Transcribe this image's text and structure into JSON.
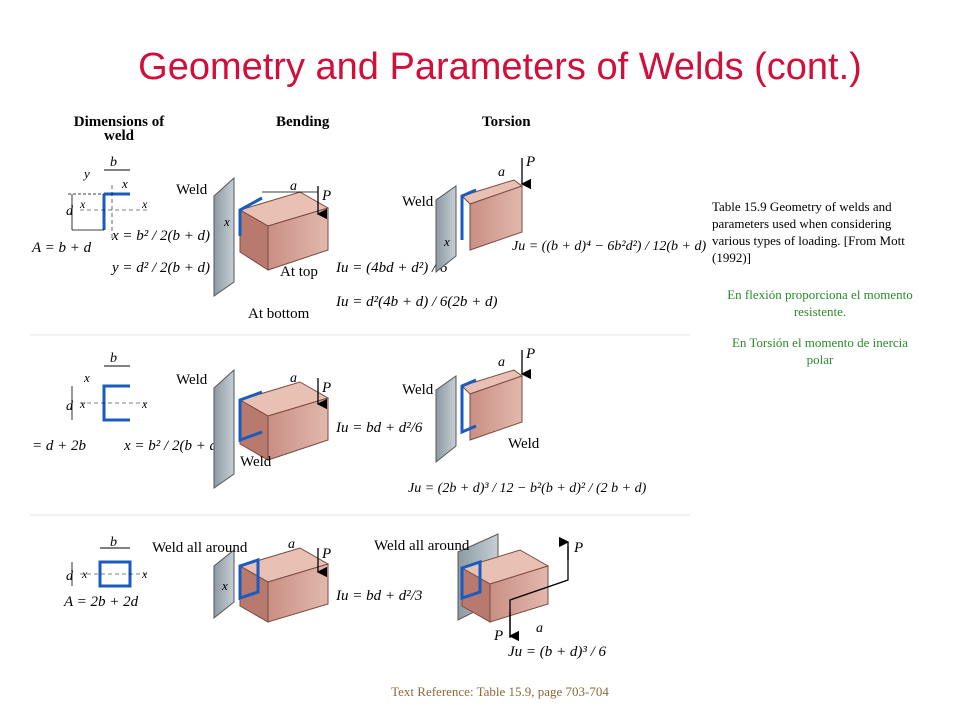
{
  "title": "Geometry and Parameters of Welds (cont.)",
  "headers": {
    "dimensions": "Dimensions of weld",
    "bending": "Bending",
    "torsion": "Torsion"
  },
  "caption": "Table 15.9  Geometry of welds and parameters used when considering various types of loading. [From Mott (1992)]",
  "notes": [
    "En flexión proporciona el momento resistente.",
    "En Torsión el momento de inercia polar"
  ],
  "reference": "Text Reference:  Table 15.9,  page 703-704",
  "labels": {
    "weld": "Weld",
    "weld_all_around": "Weld all around",
    "at_top": "At top",
    "at_bottom": "At bottom",
    "a": "a",
    "b": "b",
    "d": "d",
    "x": "x",
    "y": "y",
    "P": "P"
  },
  "row1": {
    "area": "A = b + d",
    "xbar": "x = b² / 2(b + d)",
    "ybar": "y = d² / 2(b + d)",
    "iu_top": "Iu = (4bd + d²) / 6",
    "iu_bottom": "Iu = d²(4b + d) / 6(2b + d)",
    "ju": "Ju = ((b + d)⁴ − 6b²d²) / 12(b + d)"
  },
  "row2": {
    "area": "= d + 2b",
    "xbar": "x = b² / 2(b + d)",
    "iu": "Iu = bd + d²/6",
    "ju": "Ju = (2b + d)³ / 12 − b²(b + d)² / (2 b + d)"
  },
  "row3": {
    "area": "A = 2b + 2d",
    "iu": "Iu = bd + d²/3",
    "ju": "Ju = (b + d)³ / 6"
  }
}
